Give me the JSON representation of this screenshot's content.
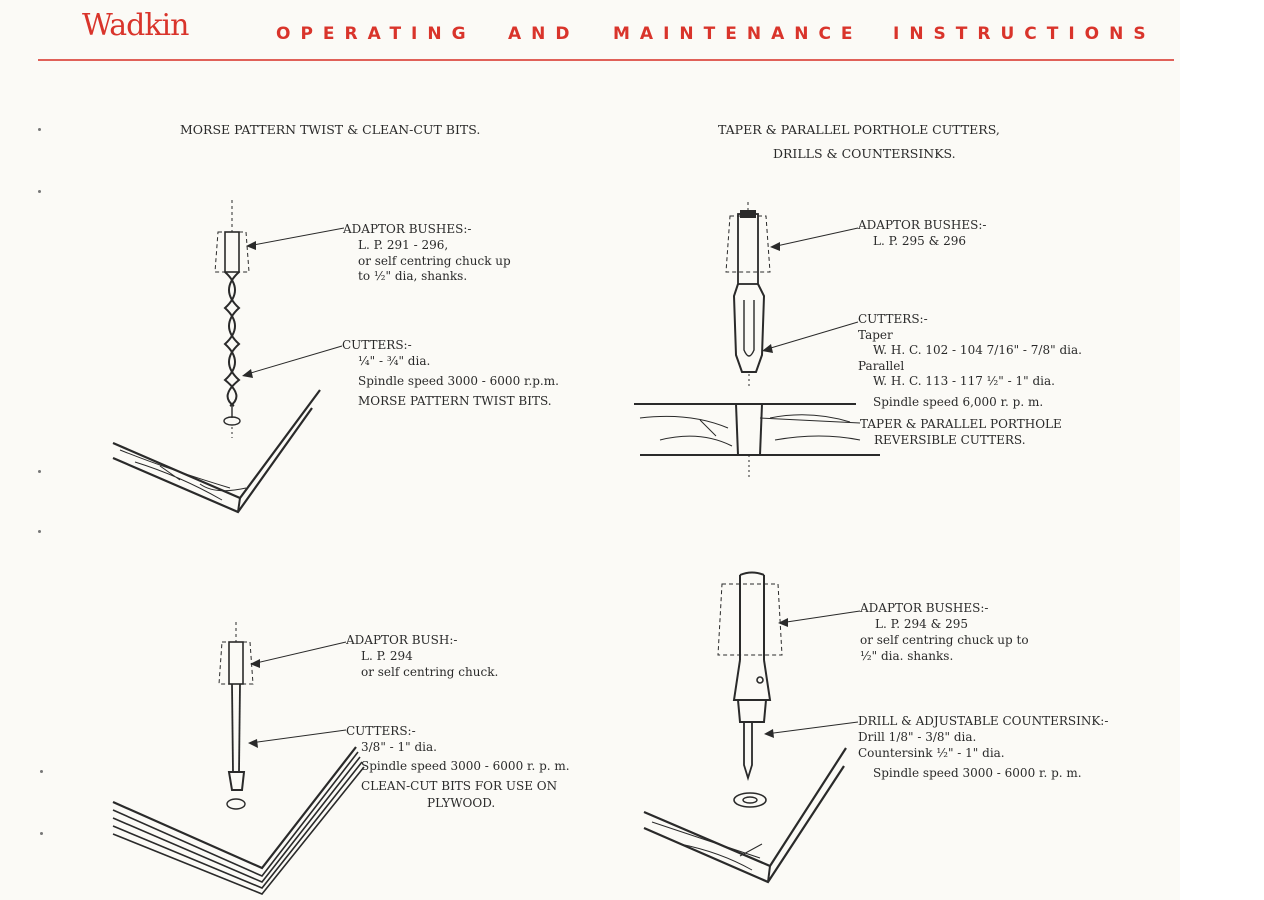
{
  "header": {
    "brand": "Wadkin",
    "words": [
      "OPERATING",
      "AND",
      "MAINTENANCE",
      "INSTRUCTIONS"
    ]
  },
  "colors": {
    "accent": "#d9342b",
    "paper": "#fbfaf6",
    "ink": "#2a2a2a"
  },
  "left_top": {
    "title": "MORSE PATTERN TWIST & CLEAN-CUT BITS.",
    "adaptor_heading": "ADAPTOR BUSHES:-",
    "adaptor_lines": [
      "L. P. 291 - 296,",
      "or self centring chuck up",
      "to ½\" dia, shanks."
    ],
    "cutters_heading": "CUTTERS:-",
    "cutters_lines": [
      "¼\" - ¾\" dia.",
      "Spindle speed 3000 - 6000 r.p.m.",
      "MORSE PATTERN TWIST BITS."
    ]
  },
  "left_bottom": {
    "adaptor_heading": "ADAPTOR BUSH:-",
    "adaptor_lines": [
      "L. P. 294",
      "or self centring chuck."
    ],
    "cutters_heading": "CUTTERS:-",
    "cutters_lines": [
      "3/8\" - 1\" dia.",
      "Spindle speed 3000 - 6000 r. p. m.",
      "CLEAN-CUT BITS FOR USE ON",
      "PLYWOOD."
    ]
  },
  "right_top": {
    "title_line1": "TAPER & PARALLEL PORTHOLE CUTTERS,",
    "title_line2": "DRILLS & COUNTERSINKS.",
    "adaptor_heading": "ADAPTOR BUSHES:-",
    "adaptor_lines": [
      "L. P. 295 & 296"
    ],
    "cutters_heading": "CUTTERS:-",
    "cutters_lines": [
      "Taper",
      "W. H. C. 102 - 104   7/16\" - 7/8\" dia.",
      "Parallel",
      "W. H. C. 113 - 117   ½\" - 1\" dia.",
      "Spindle speed 6,000 r. p. m.",
      "TAPER & PARALLEL PORTHOLE",
      "REVERSIBLE CUTTERS."
    ]
  },
  "right_bottom": {
    "adaptor_heading": "ADAPTOR BUSHES:-",
    "adaptor_lines": [
      "L. P. 294 & 295",
      "or self centring chuck up to",
      "½\" dia. shanks."
    ],
    "drill_heading": "DRILL & ADJUSTABLE COUNTERSINK:-",
    "drill_lines": [
      "Drill  1/8\" - 3/8\" dia.",
      "Countersink  ½\" - 1\" dia.",
      "Spindle speed 3000 - 6000 r. p. m."
    ]
  }
}
